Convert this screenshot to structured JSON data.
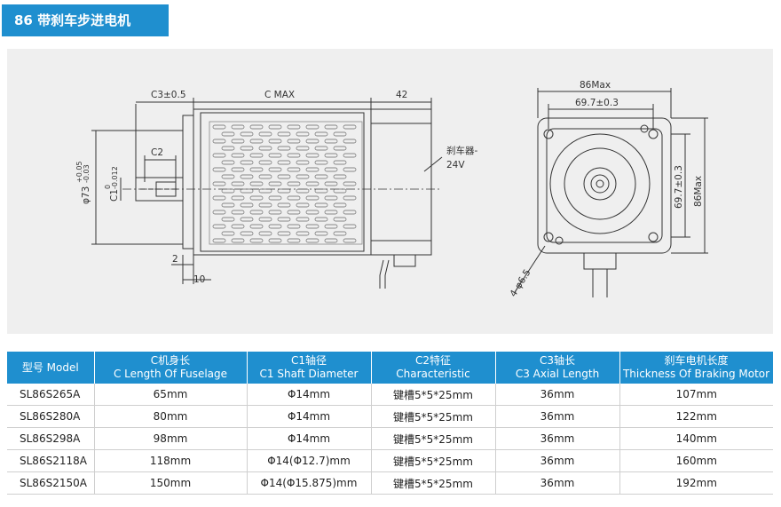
{
  "title": "86 带刹车步进电机",
  "drawing": {
    "side_view": {
      "c3_label": "C3±0.5",
      "cmax_label": "C MAX",
      "brake_length_label": "42",
      "c2_label": "C2",
      "dia73_label": "φ73",
      "dia73_tol_upper": "+0.05",
      "dia73_tol_lower": "-0.03",
      "c1_label": "C1",
      "c1_tol_upper": "0",
      "c1_tol_lower": "-0.012",
      "brake_label_line1": "刹车器-",
      "brake_label_line2": "24V",
      "dim_2": "2",
      "dim_10": "10"
    },
    "front_view": {
      "width_label": "86Max",
      "hole_spacing_h": "69.7±0.3",
      "hole_spacing_v": "69.7±0.3",
      "height_label": "86Max",
      "hole_label": "4-φ6.5"
    }
  },
  "table": {
    "headers": [
      {
        "line1": "型号 Model",
        "line2": ""
      },
      {
        "line1": "C机身长",
        "line2": "C Length Of Fuselage"
      },
      {
        "line1": "C1轴径",
        "line2": "C1 Shaft Diameter"
      },
      {
        "line1": "C2特征",
        "line2": "Characteristic"
      },
      {
        "line1": "C3轴长",
        "line2": "C3 Axial Length"
      },
      {
        "line1": "刹车电机长度",
        "line2": "Thickness Of Braking Motor"
      }
    ],
    "rows": [
      [
        "SL86S265A",
        "65mm",
        "Φ14mm",
        "键槽5*5*25mm",
        "36mm",
        "107mm"
      ],
      [
        "SL86S280A",
        "80mm",
        "Φ14mm",
        "键槽5*5*25mm",
        "36mm",
        "122mm"
      ],
      [
        "SL86S298A",
        "98mm",
        "Φ14mm",
        "键槽5*5*25mm",
        "36mm",
        "140mm"
      ],
      [
        "SL86S2118A",
        "118mm",
        "Φ14(Φ12.7)mm",
        "键槽5*5*25mm",
        "36mm",
        "160mm"
      ],
      [
        "SL86S2150A",
        "150mm",
        "Φ14(Φ15.875)mm",
        "键槽5*5*25mm",
        "36mm",
        "192mm"
      ]
    ]
  },
  "colors": {
    "accent": "#1f8fcf",
    "panel_bg": "#efefef",
    "line": "#333333"
  }
}
